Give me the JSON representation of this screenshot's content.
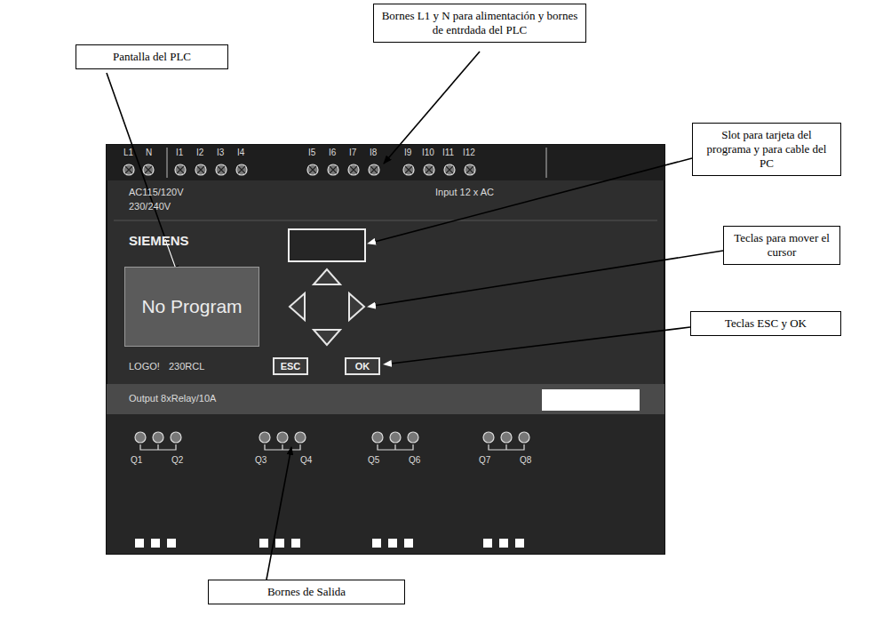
{
  "diagram": {
    "nodes": [
      {
        "text": [
          "Bornes L1 y N para alimentación y bornes de entrdada del PLC"
        ]
      },
      {
        "text": [
          "Pantalla del PLC"
        ]
      },
      {
        "text": [
          "Slot para tarjeta del programa y para cable del PC"
        ]
      },
      {
        "text": [
          "No Program"
        ]
      },
      {
        "text": [
          "Teclas para mover el cursor"
        ]
      },
      {
        "text": [
          "ESC"
        ]
      },
      {
        "text": [
          "OK"
        ]
      },
      {
        "text": [
          "Teclas ESC y OK"
        ]
      },
      {
        "text": [
          "Bornes de Salida"
        ]
      }
    ],
    "edges": [],
    "labels": [
      "L1",
      "N",
      "I1",
      "I2",
      "I3",
      "I4",
      "I5",
      "I6",
      "I7",
      "I8",
      "I9",
      "I10",
      "I11",
      "I12",
      "AC115/120V",
      "230/240V",
      "Input 12 x AC",
      "SIEMENS",
      "LOGO!",
      "230RCL",
      "Output 8xRelay/10A",
      "Q1",
      "Q2",
      "Q3",
      "Q4",
      "Q5",
      "Q6",
      "Q7",
      "Q8"
    ]
  }
}
